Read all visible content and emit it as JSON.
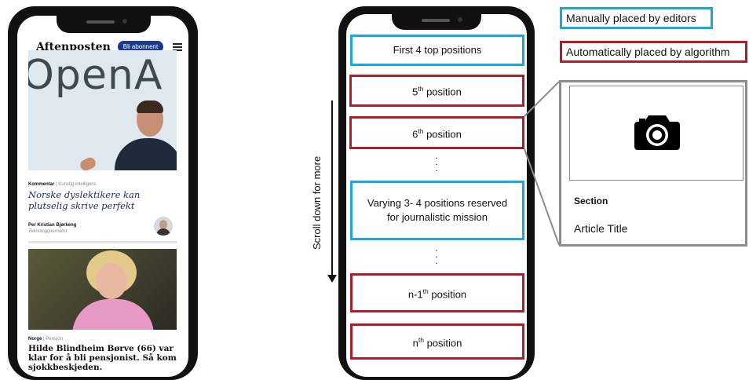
{
  "legend": {
    "manual": "Manually placed by editors",
    "auto": "Automatically placed by algorithm",
    "manual_color": "#1aa7e0",
    "auto_color": "#b01c2a"
  },
  "scroll_label": "Scroll down for more",
  "slots": {
    "top4": "First 4 top positions",
    "p5": "5",
    "p5_sup": "th",
    "p5_rest": " position",
    "p6": "6",
    "p6_sup": "th",
    "p6_rest": " position",
    "journalistic": "Varying 3- 4 positions reserved for journalistic mission",
    "pn1": "n-1",
    "pn1_sup": "th",
    "pn1_rest": " position",
    "pn": "n",
    "pn_sup": "th",
    "pn_rest": " position"
  },
  "card": {
    "icon": "camera-icon",
    "section": "Section",
    "title": "Article Title"
  },
  "left_phone": {
    "logo": "Aftenposten",
    "subscribe": "Bli abonnent",
    "hero_text": "OpenA",
    "article1": {
      "kicker": "Kommentar",
      "tag": "Kunstig intelligens",
      "headline": "Norske dyslektikere kan plutselig skrive perfekt",
      "author": "Per Kristian Bjørkeng",
      "role": "Teknologijournalist"
    },
    "article2": {
      "kicker": "Norge",
      "tag": "Pensjon",
      "headline": "Hilde Blindheim Børve (66) var klar for å bli pensjonist. Så kom sjokkbeskjeden."
    }
  }
}
